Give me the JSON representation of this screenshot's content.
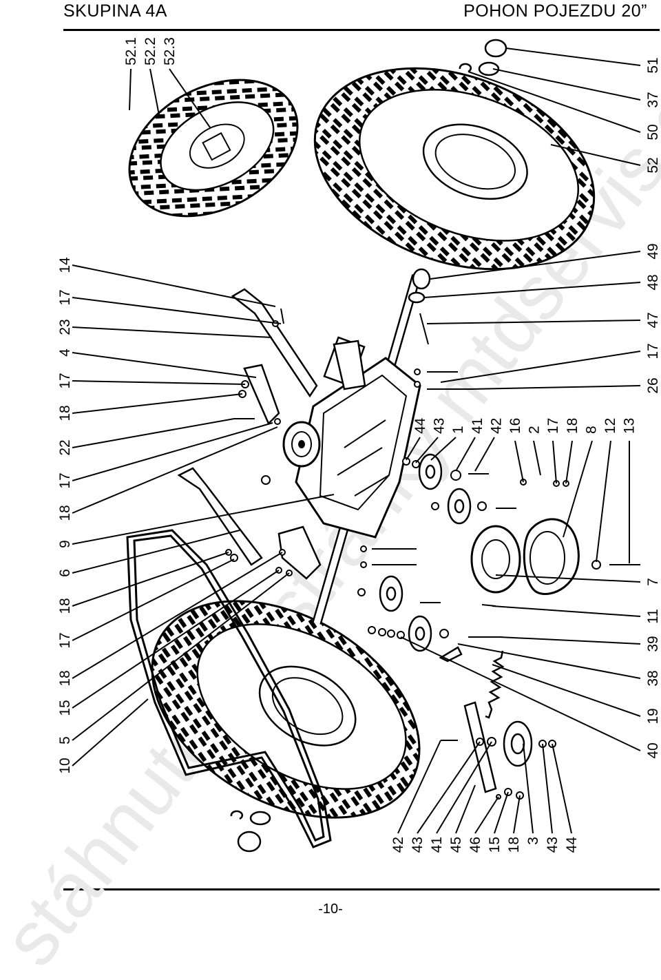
{
  "header": {
    "group": "SKUPINA  4A",
    "title": "POHON POJEZDU  20”"
  },
  "footer": {
    "page": "-10-"
  },
  "watermark": "stáhnuto ze stránky mtdservis.cz",
  "icons": {
    "tire": "tire-icon",
    "transaxle": "transaxle-icon",
    "pulley": "pulley-icon",
    "belt": "belt-icon",
    "spring": "spring-icon"
  },
  "callouts": {
    "left_column": [
      "14",
      "17",
      "23",
      "4",
      "17",
      "18",
      "22",
      "17",
      "18",
      "9",
      "6",
      "18",
      "17",
      "18",
      "15",
      "5",
      "10"
    ],
    "right_column": [
      "51",
      "37",
      "50",
      "52",
      "49",
      "48",
      "47",
      "17",
      "26",
      "7",
      "11",
      "39",
      "38",
      "19",
      "40"
    ],
    "center_stack": [
      "44",
      "43",
      "1",
      "41",
      "42",
      "16",
      "2",
      "17",
      "18",
      "8",
      "12",
      "13"
    ],
    "bottom_row": [
      "42",
      "43",
      "41",
      "45",
      "46",
      "15",
      "18",
      "3",
      "43",
      "44"
    ],
    "top_wheel": [
      "52.1",
      "52.2",
      "52.3"
    ]
  }
}
